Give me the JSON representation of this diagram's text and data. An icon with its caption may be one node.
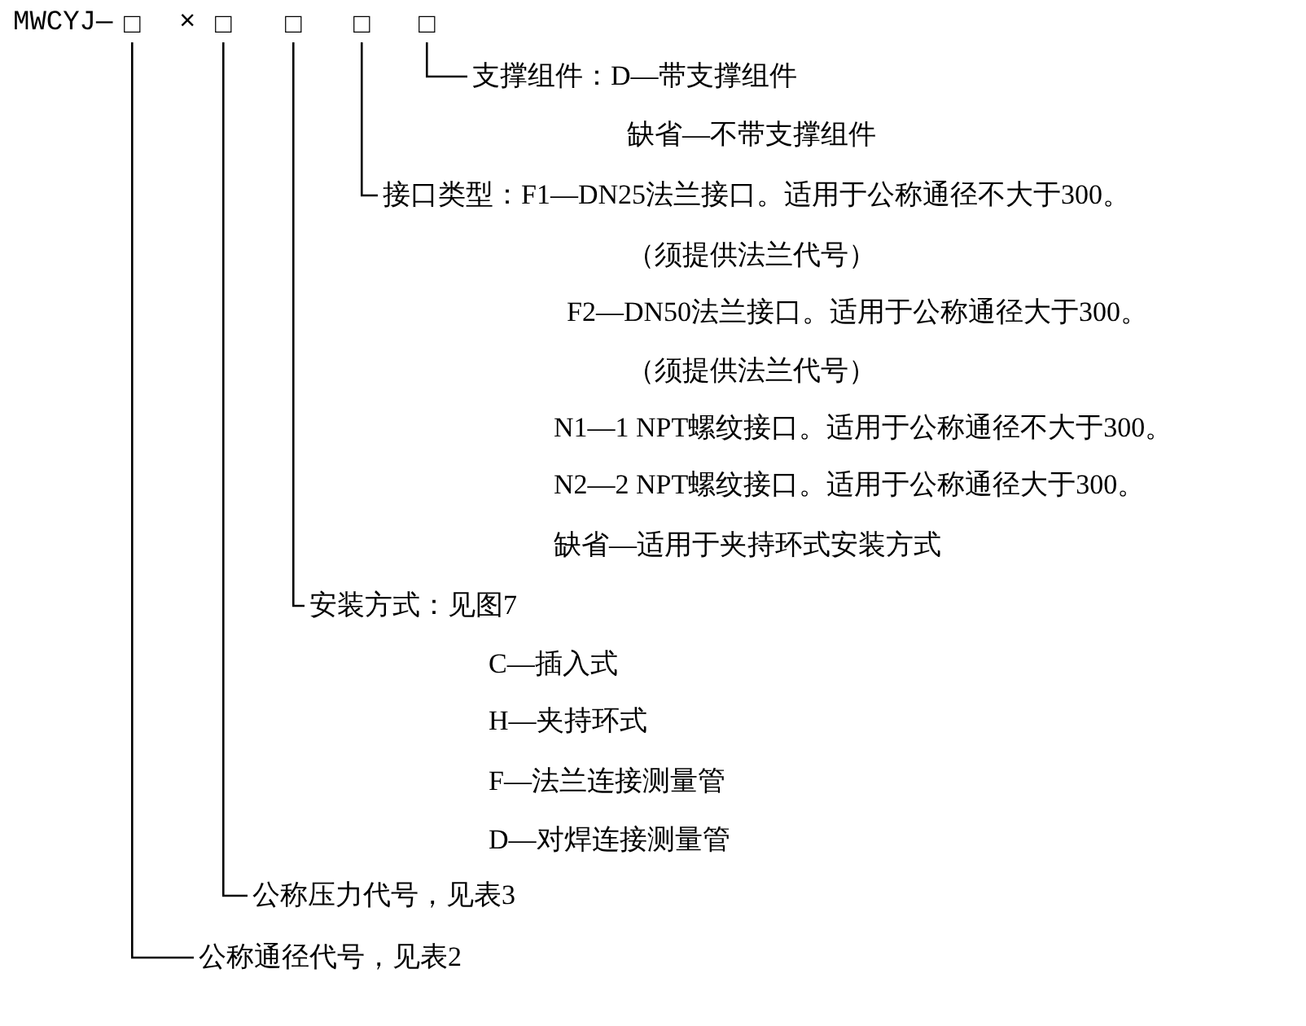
{
  "diagram": {
    "nodes": [
      {
        "text": [
          "□"
        ]
      },
      {
        "text": [
          "□"
        ]
      },
      {
        "text": [
          "□"
        ]
      },
      {
        "text": [
          "□"
        ]
      },
      {
        "text": [
          "□"
        ]
      },
      {
        "text": [
          "支撑组件：D—带支撑组件",
          "缺省—不带支撑组件"
        ]
      },
      {
        "text": [
          "接口类型：F1—DN25法兰接口。适用于公称通径不大于300。",
          "（须提供法兰代号）",
          "F2—DN50法兰接口。适用于公称通径大于300。",
          "（须提供法兰代号）",
          "N1—1 NPT螺纹接口。适用于公称通径不大于300。",
          "N2—2 NPT螺纹接口。适用于公称通径大于300。",
          "缺省—适用于夹持环式安装方式"
        ]
      },
      {
        "text": [
          "安装方式：见图7",
          "C—插入式",
          "H—夹持环式",
          "F—法兰连接测量管",
          "D—对焊连接测量管"
        ]
      },
      {
        "text": [
          "公称压力代号，见表3"
        ]
      },
      {
        "text": [
          "公称通径代号，见表2"
        ]
      }
    ],
    "edges": [
      {
        "from": 5,
        "to": 4,
        "arrow": "none"
      },
      {
        "from": 6,
        "to": 3,
        "arrow": "none"
      },
      {
        "from": 7,
        "to": 2,
        "arrow": "none"
      },
      {
        "from": 8,
        "to": 1,
        "arrow": "none"
      },
      {
        "from": 9,
        "to": 0,
        "arrow": "none"
      }
    ],
    "labels": [
      "MWCYJ—",
      "×"
    ]
  }
}
